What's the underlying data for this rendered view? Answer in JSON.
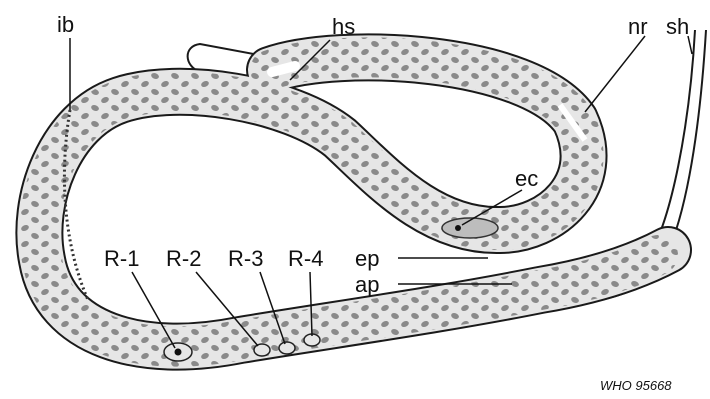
{
  "figure": {
    "labels": {
      "ib": "ib",
      "hs": "hs",
      "nr": "nr",
      "sh": "sh",
      "ec": "ec",
      "ep": "ep",
      "ap": "ap",
      "r1": "R-1",
      "r2": "R-2",
      "r3": "R-3",
      "r4": "R-4"
    },
    "credit": "WHO 95668"
  },
  "colors": {
    "body_fill": "#e6e6e6",
    "outline": "#1a1a1a",
    "nuclei": "#8a8a8a",
    "background": "#ffffff"
  }
}
